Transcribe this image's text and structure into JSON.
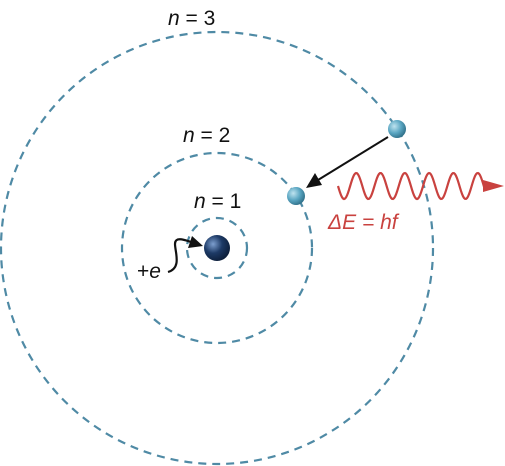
{
  "colors": {
    "orbit": "#4f8aa5",
    "electron": "#5aa6c2",
    "nucleus": "#1d3a66",
    "photon": "#c9423f",
    "arrow": "#111111"
  },
  "orbits": [
    {
      "n_symbol": "n",
      "equals": "=",
      "number": "1"
    },
    {
      "n_symbol": "n",
      "equals": "=",
      "number": "2"
    },
    {
      "n_symbol": "n",
      "equals": "=",
      "number": "3"
    }
  ],
  "nucleus": {
    "charge_sign": "+",
    "charge_symbol": "e"
  },
  "photon": {
    "delta": "Δ",
    "energy_symbol": "E",
    "equals": "=",
    "formula": "hf"
  }
}
